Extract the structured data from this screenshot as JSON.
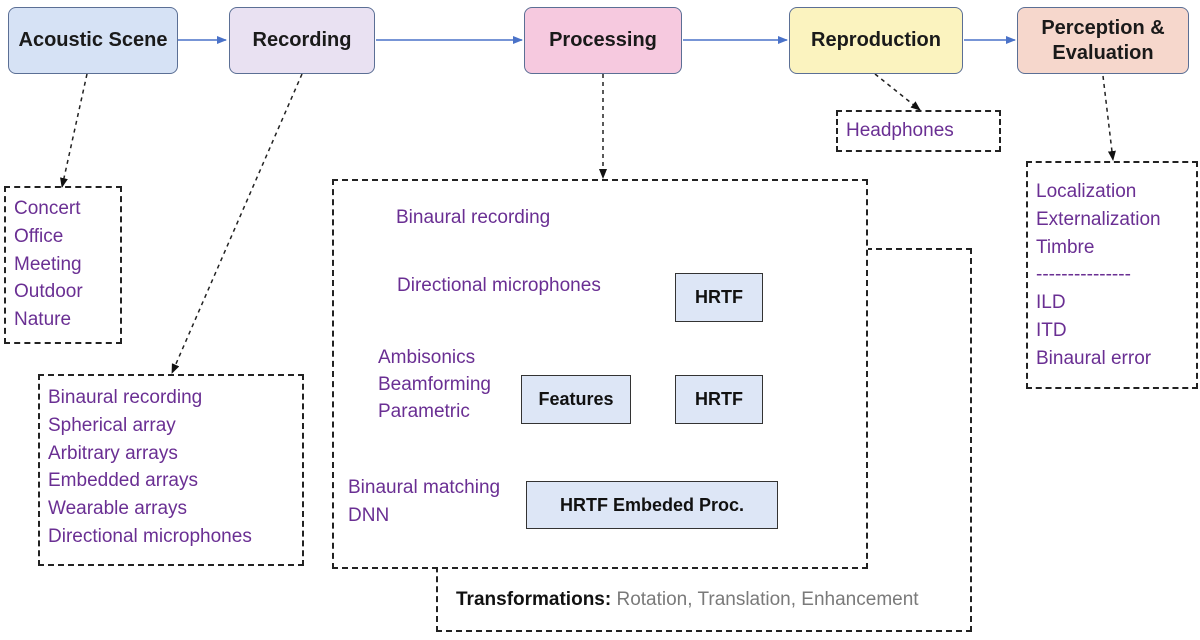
{
  "colors": {
    "acoustic_scene": "#d6e2f5",
    "recording": "#e9e1f2",
    "processing": "#f6c9df",
    "reproduction": "#fbf3bf",
    "perception": "#f6d7cc",
    "block_fill": "#dde6f6",
    "connector_blue": "#4a72c8",
    "label_purple": "#6a2f93"
  },
  "stages": {
    "acoustic_scene": "Acoustic Scene",
    "recording": "Recording",
    "processing": "Processing",
    "reproduction": "Reproduction",
    "perception_line1": "Perception &",
    "perception_line2": "Evaluation"
  },
  "scenes": [
    "Concert",
    "Office",
    "Meeting",
    "Outdoor",
    "Nature"
  ],
  "recording_methods": [
    "Binaural recording",
    "Spherical array",
    "Arbitrary arrays",
    "Embedded arrays",
    "Wearable arrays",
    "Directional microphones"
  ],
  "reproduction_items": [
    "Headphones"
  ],
  "evaluation": {
    "perceptual": [
      "Localization",
      "Externalization",
      "Timbre"
    ],
    "separator": "---------------",
    "objective": [
      "ILD",
      "ITD",
      "Binaural error"
    ]
  },
  "processing": {
    "binaural_recording": "Binaural recording",
    "directional_microphones": "Directional microphones",
    "hrtf": "HRTF",
    "ambisonics": "Ambisonics",
    "beamforming": "Beamforming",
    "parametric": "Parametric",
    "features": "Features",
    "binaural_matching": "Binaural matching",
    "dnn": "DNN",
    "hrtf_embedded": "HRTF Embeded Proc."
  },
  "transformations": {
    "label": "Transformations",
    "colon": ":",
    "items": " Rotation, Translation, Enhancement"
  }
}
